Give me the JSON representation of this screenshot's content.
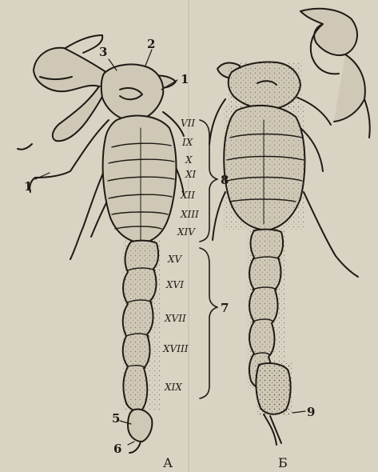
{
  "figure": {
    "caption_left": "А",
    "caption_right": "Б",
    "callouts": [
      "1",
      "1",
      "2",
      "3",
      "5",
      "6",
      "7",
      "8",
      "9"
    ],
    "segments_mesosoma": [
      "VII",
      "IX",
      "X",
      "XI",
      "XII",
      "XIII",
      "XIV"
    ],
    "segments_metasoma": [
      "XV",
      "XVI",
      "XVII",
      "XVIII",
      "XIX"
    ]
  },
  "colors": {
    "paper": "#d9d3c3",
    "ink": "#1e1a15",
    "body_fill": "#cfc8b6"
  }
}
